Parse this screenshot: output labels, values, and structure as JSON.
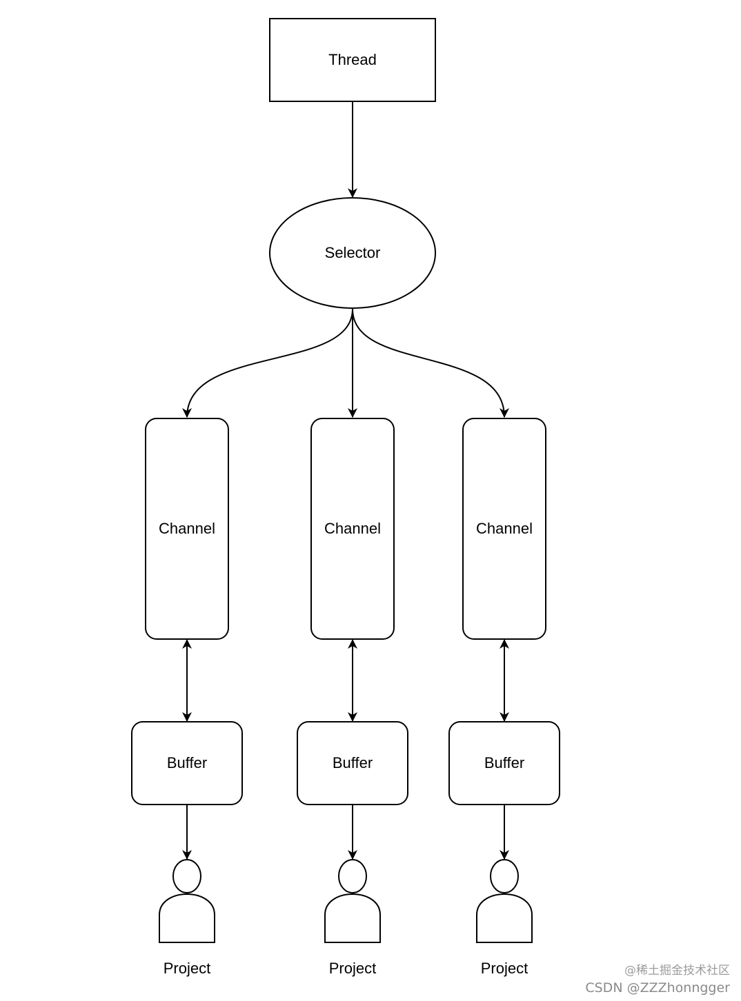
{
  "thread": {
    "label": "Thread"
  },
  "selector": {
    "label": "Selector"
  },
  "columns": [
    {
      "channel": "Channel",
      "buffer": "Buffer",
      "project": "Project"
    },
    {
      "channel": "Channel",
      "buffer": "Buffer",
      "project": "Project"
    },
    {
      "channel": "Channel",
      "buffer": "Buffer",
      "project": "Project"
    }
  ],
  "watermark": {
    "line1": "@稀土掘金技术社区",
    "line2": "CSDN @ZZZhonngger"
  }
}
